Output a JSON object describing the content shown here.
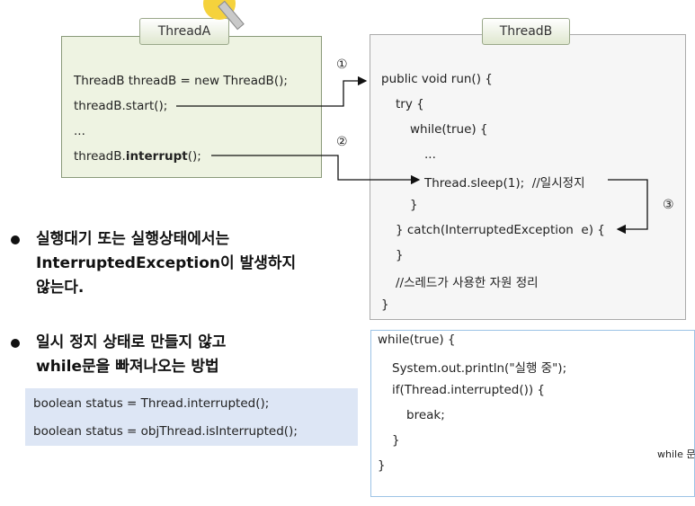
{
  "threadA": {
    "tab": "ThreadA",
    "lines": [
      "ThreadB threadB = new ThreadB();",
      "threadB.start();",
      "...",
      "threadB.",
      "interrupt",
      "();"
    ]
  },
  "threadB": {
    "tab": "ThreadB",
    "lines": [
      "public void run() {",
      "try {",
      "while(true) {",
      "...",
      "Thread.sleep(1);  //일시정지",
      "}",
      "} catch(InterruptedException  e) {",
      "}",
      "//스레드가 사용한 자원 정리",
      "}"
    ]
  },
  "markers": [
    "①",
    "②",
    "③"
  ],
  "bullets": [
    [
      "실행대기 또는 실행상태에서는",
      "InterruptedException",
      "이 발생하지",
      "않는다."
    ],
    [
      "일시 정지 상태로 만들지 않고",
      "while",
      "문을 빠져나오는 방법"
    ]
  ],
  "status_code": [
    "boolean status = Thread.interrupted();",
    "boolean status = objThread.isInterrupted();"
  ],
  "loop_code": [
    "while(true) {",
    "System.out.println(\"실행 중\");",
    "if(Thread.interrupted()) {",
    "break;",
    "}",
    "}"
  ],
  "side_label": "while 문",
  "colors": {
    "threadA_bg": "#eef3e2",
    "status_bg": "#dde6f5",
    "loop_border": "#9cc3e6"
  }
}
